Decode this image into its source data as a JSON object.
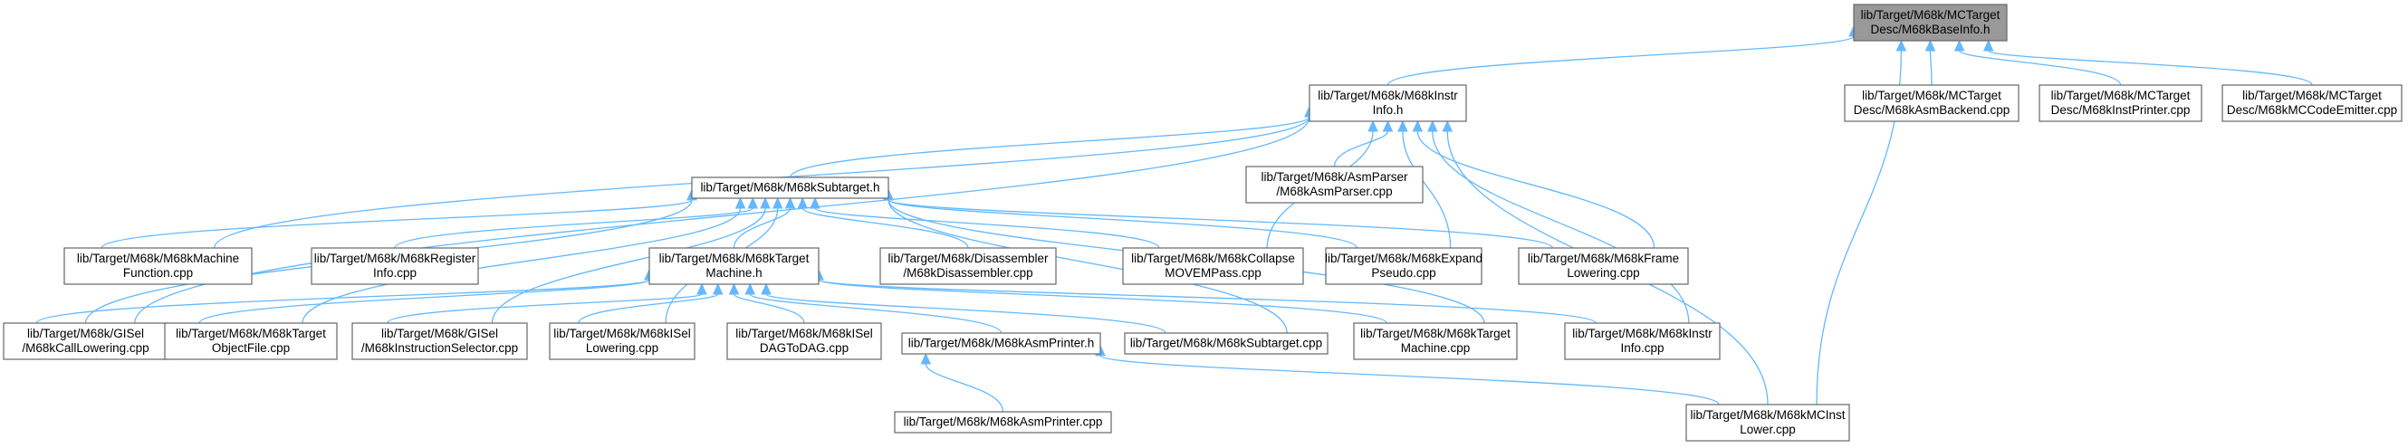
{
  "graph": {
    "accent_color": "#63b8ff",
    "root_fill": "#999999",
    "nodes": [
      {
        "id": "n0",
        "lines": [
          "lib/Target/M68k/MCTarget",
          "Desc/M68kBaseInfo.h"
        ],
        "root": true
      },
      {
        "id": "n1",
        "lines": [
          "lib/Target/M68k/M68kInstr",
          "Info.h"
        ]
      },
      {
        "id": "n2",
        "lines": [
          "lib/Target/M68k/MCTarget",
          "Desc/M68kAsmBackend.cpp"
        ]
      },
      {
        "id": "n3",
        "lines": [
          "lib/Target/M68k/MCTarget",
          "Desc/M68kInstPrinter.cpp"
        ]
      },
      {
        "id": "n4",
        "lines": [
          "lib/Target/M68k/MCTarget",
          "Desc/M68kMCCodeEmitter.cpp"
        ]
      },
      {
        "id": "n5",
        "lines": [
          "lib/Target/M68k/M68kSubtarget.h"
        ]
      },
      {
        "id": "n6",
        "lines": [
          "lib/Target/M68k/AsmParser",
          "/M68kAsmParser.cpp"
        ]
      },
      {
        "id": "n7",
        "lines": [
          "lib/Target/M68k/M68kMachine",
          "Function.cpp"
        ]
      },
      {
        "id": "n8",
        "lines": [
          "lib/Target/M68k/M68kRegister",
          "Info.cpp"
        ]
      },
      {
        "id": "n9",
        "lines": [
          "lib/Target/M68k/M68kTarget",
          "Machine.h"
        ]
      },
      {
        "id": "n10",
        "lines": [
          "lib/Target/M68k/Disassembler",
          "/M68kDisassembler.cpp"
        ]
      },
      {
        "id": "n11",
        "lines": [
          "lib/Target/M68k/M68kCollapse",
          "MOVEMPass.cpp"
        ]
      },
      {
        "id": "n12",
        "lines": [
          "lib/Target/M68k/M68kExpand",
          "Pseudo.cpp"
        ]
      },
      {
        "id": "n13",
        "lines": [
          "lib/Target/M68k/M68kFrame",
          "Lowering.cpp"
        ]
      },
      {
        "id": "n14",
        "lines": [
          "lib/Target/M68k/GISel",
          "/M68kCallLowering.cpp"
        ]
      },
      {
        "id": "n15",
        "lines": [
          "lib/Target/M68k/M68kTarget",
          "ObjectFile.cpp"
        ]
      },
      {
        "id": "n16",
        "lines": [
          "lib/Target/M68k/GISel",
          "/M68kInstructionSelector.cpp"
        ]
      },
      {
        "id": "n17",
        "lines": [
          "lib/Target/M68k/M68kISel",
          "Lowering.cpp"
        ]
      },
      {
        "id": "n18",
        "lines": [
          "lib/Target/M68k/M68kISel",
          "DAGToDAG.cpp"
        ]
      },
      {
        "id": "n19",
        "lines": [
          "lib/Target/M68k/M68kAsmPrinter.h"
        ]
      },
      {
        "id": "n20",
        "lines": [
          "lib/Target/M68k/M68kSubtarget.cpp"
        ]
      },
      {
        "id": "n21",
        "lines": [
          "lib/Target/M68k/M68kTarget",
          "Machine.cpp"
        ]
      },
      {
        "id": "n22",
        "lines": [
          "lib/Target/M68k/M68kInstr",
          "Info.cpp"
        ]
      },
      {
        "id": "n23",
        "lines": [
          "lib/Target/M68k/M68kMCInst",
          "Lower.cpp"
        ]
      },
      {
        "id": "n24",
        "lines": [
          "lib/Target/M68k/M68kAsmPrinter.cpp"
        ]
      }
    ],
    "edges": [
      [
        "n0",
        "n1"
      ],
      [
        "n0",
        "n2"
      ],
      [
        "n0",
        "n3"
      ],
      [
        "n0",
        "n4"
      ],
      [
        "n0",
        "n23"
      ],
      [
        "n1",
        "n5"
      ],
      [
        "n1",
        "n6"
      ],
      [
        "n1",
        "n7"
      ],
      [
        "n1",
        "n11"
      ],
      [
        "n1",
        "n12"
      ],
      [
        "n1",
        "n13"
      ],
      [
        "n1",
        "n14"
      ],
      [
        "n1",
        "n22"
      ],
      [
        "n1",
        "n23"
      ],
      [
        "n5",
        "n7"
      ],
      [
        "n5",
        "n8"
      ],
      [
        "n5",
        "n9"
      ],
      [
        "n5",
        "n10"
      ],
      [
        "n5",
        "n11"
      ],
      [
        "n5",
        "n12"
      ],
      [
        "n5",
        "n13"
      ],
      [
        "n5",
        "n14"
      ],
      [
        "n5",
        "n15"
      ],
      [
        "n5",
        "n16"
      ],
      [
        "n5",
        "n17"
      ],
      [
        "n5",
        "n20"
      ],
      [
        "n5",
        "n21"
      ],
      [
        "n9",
        "n14"
      ],
      [
        "n9",
        "n15"
      ],
      [
        "n9",
        "n16"
      ],
      [
        "n9",
        "n17"
      ],
      [
        "n9",
        "n18"
      ],
      [
        "n9",
        "n19"
      ],
      [
        "n9",
        "n20"
      ],
      [
        "n9",
        "n21"
      ],
      [
        "n9",
        "n22"
      ],
      [
        "n19",
        "n23"
      ],
      [
        "n19",
        "n24"
      ]
    ]
  }
}
